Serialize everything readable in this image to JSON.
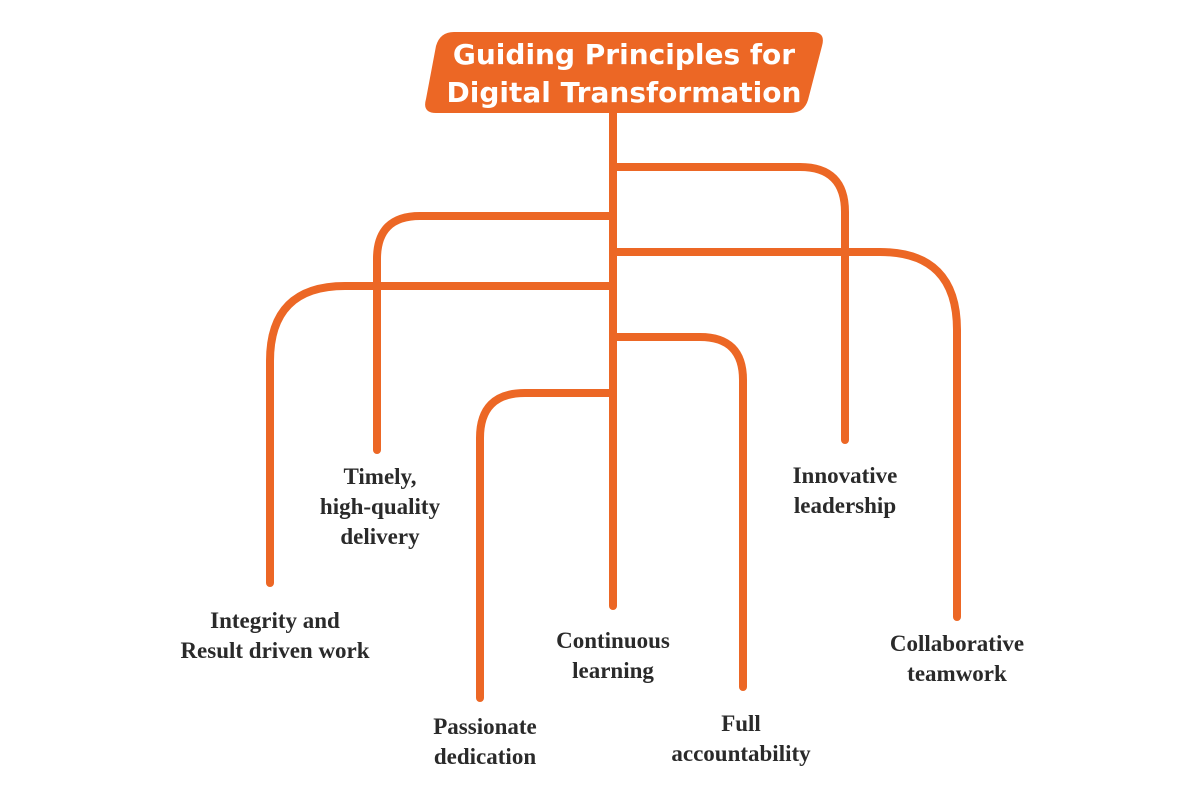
{
  "diagram": {
    "title": {
      "lines": [
        "Guiding Principles for",
        "Digital Transformation"
      ]
    },
    "accent_color": "#ec6725",
    "text_color": "#2a2a2a",
    "branches": [
      {
        "id": "timely",
        "lines": [
          "Timely,",
          "high-quality",
          "delivery"
        ]
      },
      {
        "id": "innovative",
        "lines": [
          "Innovative",
          "leadership"
        ]
      },
      {
        "id": "integrity",
        "lines": [
          "Integrity and",
          "Result driven work"
        ]
      },
      {
        "id": "continuous",
        "lines": [
          "Continuous",
          "learning"
        ]
      },
      {
        "id": "collaborative",
        "lines": [
          "Collaborative",
          "teamwork"
        ]
      },
      {
        "id": "passionate",
        "lines": [
          "Passionate",
          "dedication"
        ]
      },
      {
        "id": "full",
        "lines": [
          "Full",
          "accountability"
        ]
      }
    ]
  }
}
